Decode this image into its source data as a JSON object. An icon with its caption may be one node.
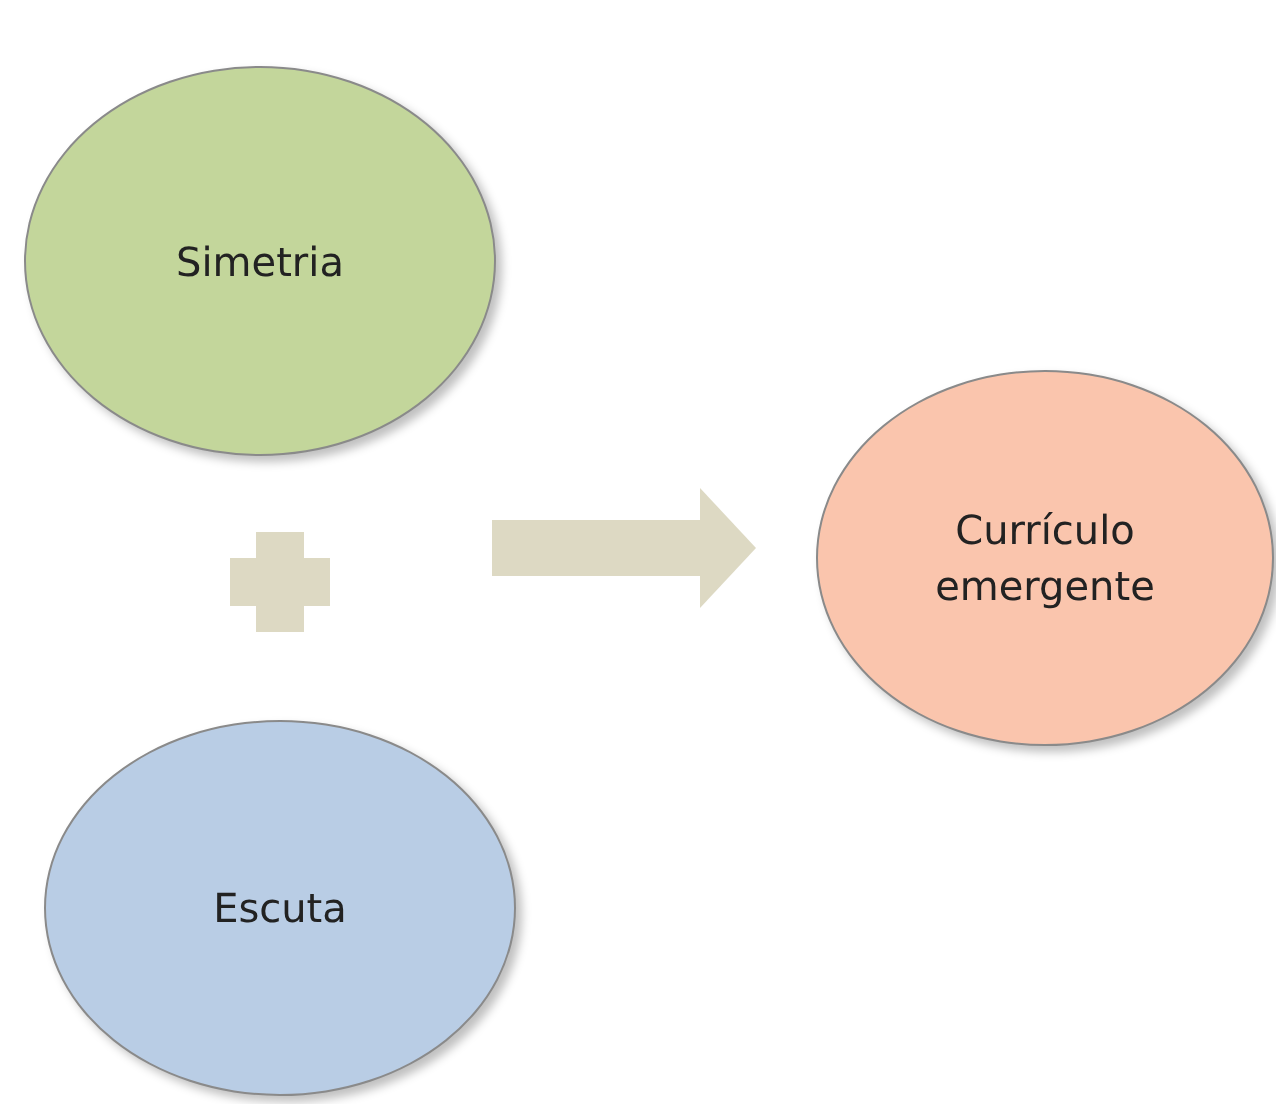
{
  "diagram": {
    "nodes": [
      {
        "text": [
          "Simetria"
        ]
      },
      {
        "text": [
          "Escuta"
        ]
      },
      {
        "text": [
          "Currículo emergente"
        ]
      }
    ],
    "edges": [
      {
        "from": null,
        "to": 2,
        "arrow": "to"
      }
    ]
  }
}
